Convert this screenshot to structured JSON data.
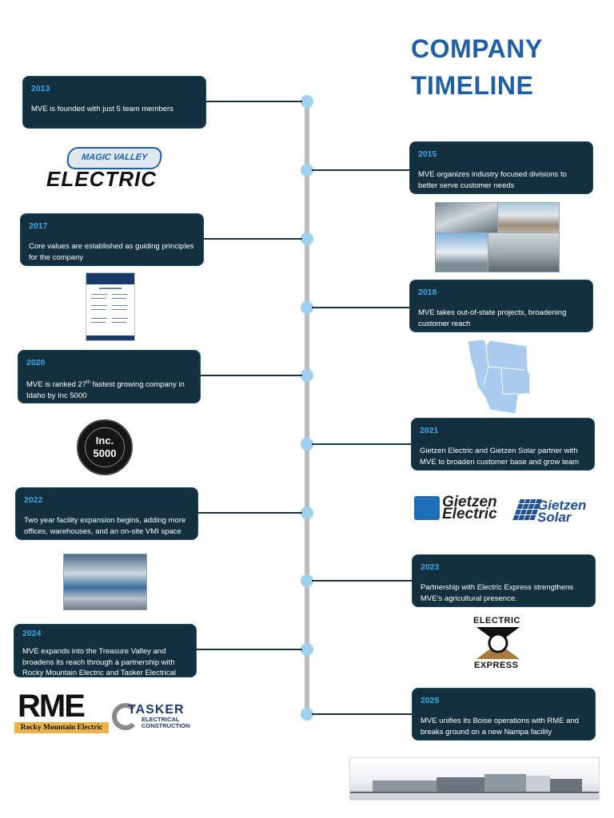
{
  "title": {
    "line1": "COMPANY",
    "line2": "TIMELINE"
  },
  "events": [
    {
      "year": "2013",
      "text": "MVE is founded with just 5 team members"
    },
    {
      "year": "2015",
      "text": "MVE organizes industry focused divisions to better serve customer needs"
    },
    {
      "year": "2017",
      "text": "Core values are established as guiding principles for the company"
    },
    {
      "year": "2018",
      "text": "MVE takes out-of-state projects, broadening customer reach"
    },
    {
      "year": "2020",
      "text_pre": "MVE is ranked 27",
      "text_sup": "th",
      "text_post": " fastest growing company in Idaho by Inc 5000"
    },
    {
      "year": "2021",
      "text": "Gietzen Electric and Gietzen Solar partner with MVE to broaden customer base and grow team"
    },
    {
      "year": "2022",
      "text": "Two year facility expansion begins, adding more offices, warehouses, and an on-site VMI space"
    },
    {
      "year": "2023",
      "text": "Partnership with Electric Express strengthens MVE’s agricultural presence."
    },
    {
      "year": "2024",
      "text": "MVE expands into the Treasure Valley and broadens its reach through a partnership with Rocky Mountain Electric and Tasker Electrical"
    },
    {
      "year": "2025",
      "text": "MVE unifies its Boise operations with RME and breaks ground on a new Nampa facility"
    }
  ],
  "logos": {
    "mve_top": "MAGIC VALLEY",
    "mve_bottom": "ELECTRIC",
    "inc_line1": "Inc.",
    "inc_line2": "5000",
    "gietzen_electric_1": "Gietzen",
    "gietzen_electric_2": "Electric",
    "gietzen_solar_1": "Gietzen",
    "gietzen_solar_2": "Solar",
    "ee_top": "ELECTRIC",
    "ee_bottom": "EXPRESS",
    "rme": "RME",
    "rme_band": "Rocky Mountain Electric",
    "tasker": "TASKER",
    "tasker_sub1": "ELECTRICAL",
    "tasker_sub2": "CONSTRUCTION"
  },
  "colors": {
    "card_bg": "#14303f",
    "year": "#38a9e6",
    "title": "#1f5fa8",
    "dot": "#9ed1ee",
    "spine": "#bcbcbc"
  }
}
